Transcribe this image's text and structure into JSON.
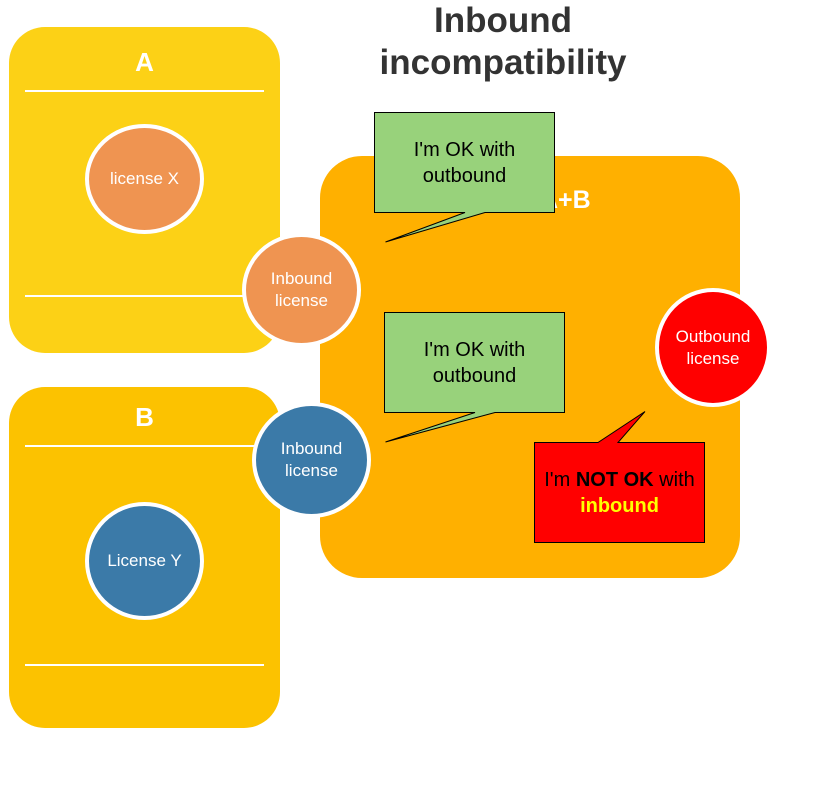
{
  "title": {
    "line1": "Inbound",
    "line2": "incompatibility"
  },
  "card_a": {
    "label": "A",
    "license": "license X",
    "inbound": [
      "Inbound",
      "license"
    ]
  },
  "card_b": {
    "label": "B",
    "license": "License Y",
    "inbound": [
      "Inbound",
      "license"
    ]
  },
  "combined": {
    "label": "A+B",
    "outbound": [
      "Outbound",
      "license"
    ]
  },
  "bubbles": {
    "top": {
      "line1": "I'm OK with",
      "line2": "outbound"
    },
    "middle": {
      "line1": "I'm OK with",
      "line2": "outbound"
    },
    "alert": {
      "pre": "I'm ",
      "strong": "NOT OK",
      "post": " with",
      "highlight": "inbound"
    }
  },
  "colors": {
    "card_a": "#fcd116",
    "card_b": "#fcc200",
    "combined": "#ffb000",
    "license_x": "#ef9451",
    "license_y": "#3b7aa8",
    "outbound": "#ff0000",
    "bubble_ok": "#98d27b",
    "bubble_alert": "#ff0000",
    "highlight": "#ffff00"
  }
}
